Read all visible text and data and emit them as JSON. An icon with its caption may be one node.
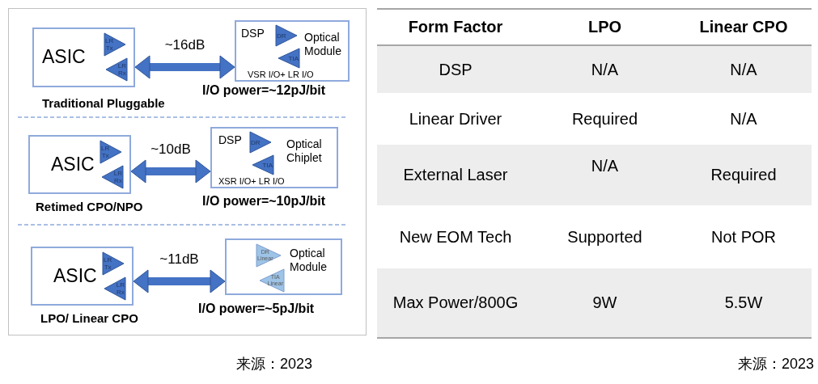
{
  "diagram": {
    "nodes": [
      {
        "text": [
          "ASIC"
        ],
        "beside": [
          "Traditional Pluggable"
        ]
      },
      {
        "text": [
          "LR Tx"
        ],
        "in": 0
      },
      {
        "text": [
          "LR Rx"
        ],
        "in": 0
      },
      {
        "text": [
          "DSP",
          "Optical Module",
          "VSR I/O+ LR I/O"
        ],
        "beside": [
          "I/O power=~12pJ/bit"
        ]
      },
      {
        "text": [
          "DR"
        ],
        "in": 3
      },
      {
        "text": [
          "TIA"
        ],
        "in": 3
      },
      {
        "text": [
          "ASIC"
        ],
        "beside": [
          "Retimed CPO/NPO"
        ]
      },
      {
        "text": [
          "LR Tx"
        ],
        "in": 6
      },
      {
        "text": [
          "LR Rx"
        ],
        "in": 6
      },
      {
        "text": [
          "DSP",
          "Optical Chiplet",
          "XSR I/O+ LR I/O"
        ],
        "beside": [
          "I/O power=~10pJ/bit"
        ]
      },
      {
        "text": [
          "DR"
        ],
        "in": 9
      },
      {
        "text": [
          "TIA"
        ],
        "in": 9
      },
      {
        "text": [
          "ASIC"
        ],
        "beside": [
          "LPO/ Linear CPO"
        ]
      },
      {
        "text": [
          "LR Tx"
        ],
        "in": 12
      },
      {
        "text": [
          "LR Rx"
        ],
        "in": 12
      },
      {
        "text": [
          "Optical Module"
        ],
        "beside": [
          "I/O power=~5pJ/bit"
        ]
      },
      {
        "text": [
          "DR Linear"
        ],
        "in": 15
      },
      {
        "text": [
          "TIA Linear"
        ],
        "in": 15
      }
    ],
    "edges": [
      {
        "from": 0,
        "to": 3,
        "arrow": "both",
        "label": "~16dB",
        "style": "thick"
      },
      {
        "from": 6,
        "to": 9,
        "arrow": "both",
        "label": "~10dB",
        "style": "thick"
      },
      {
        "from": 12,
        "to": 15,
        "arrow": "both",
        "label": "~11dB",
        "style": "thick"
      }
    ],
    "labels": [
      "Form Factor",
      "LPO",
      "Linear CPO",
      "DSP",
      "N/A",
      "N/A",
      "Linear Driver",
      "Required",
      "N/A",
      "External Laser",
      "N/A",
      "Required",
      "New EOM Tech",
      "Supported",
      "Not POR",
      "Max Power/800G",
      "9W",
      "5.5W",
      "来源：2023",
      "来源：2023"
    ]
  }
}
